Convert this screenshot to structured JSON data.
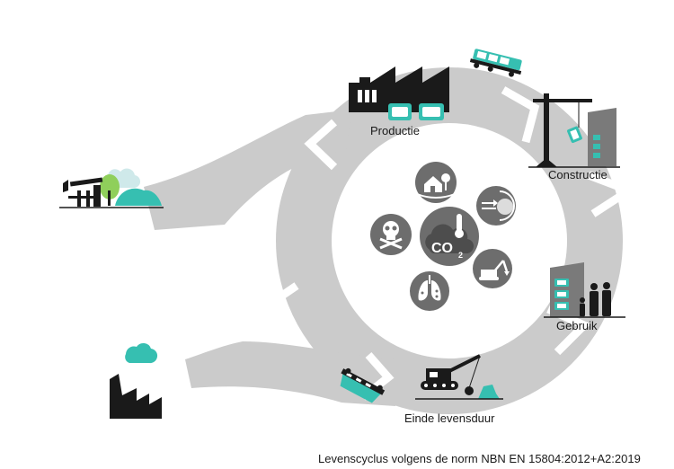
{
  "stages": {
    "production": "Productie",
    "construction": "Constructie",
    "use": "Gebruik",
    "end_of_life": "Einde levensduur"
  },
  "center": {
    "co2_main": "CO",
    "co2_sub": "2"
  },
  "caption": "Levenscyclus volgens de norm NBN EN 15804:2012+A2:2019",
  "colors": {
    "ring": "#cbcbcb",
    "icon_dark": "#1a1a1a",
    "accent": "#36bfb1",
    "impact_circle": "#6d6d6d",
    "building_gray": "#7a7a7a"
  }
}
